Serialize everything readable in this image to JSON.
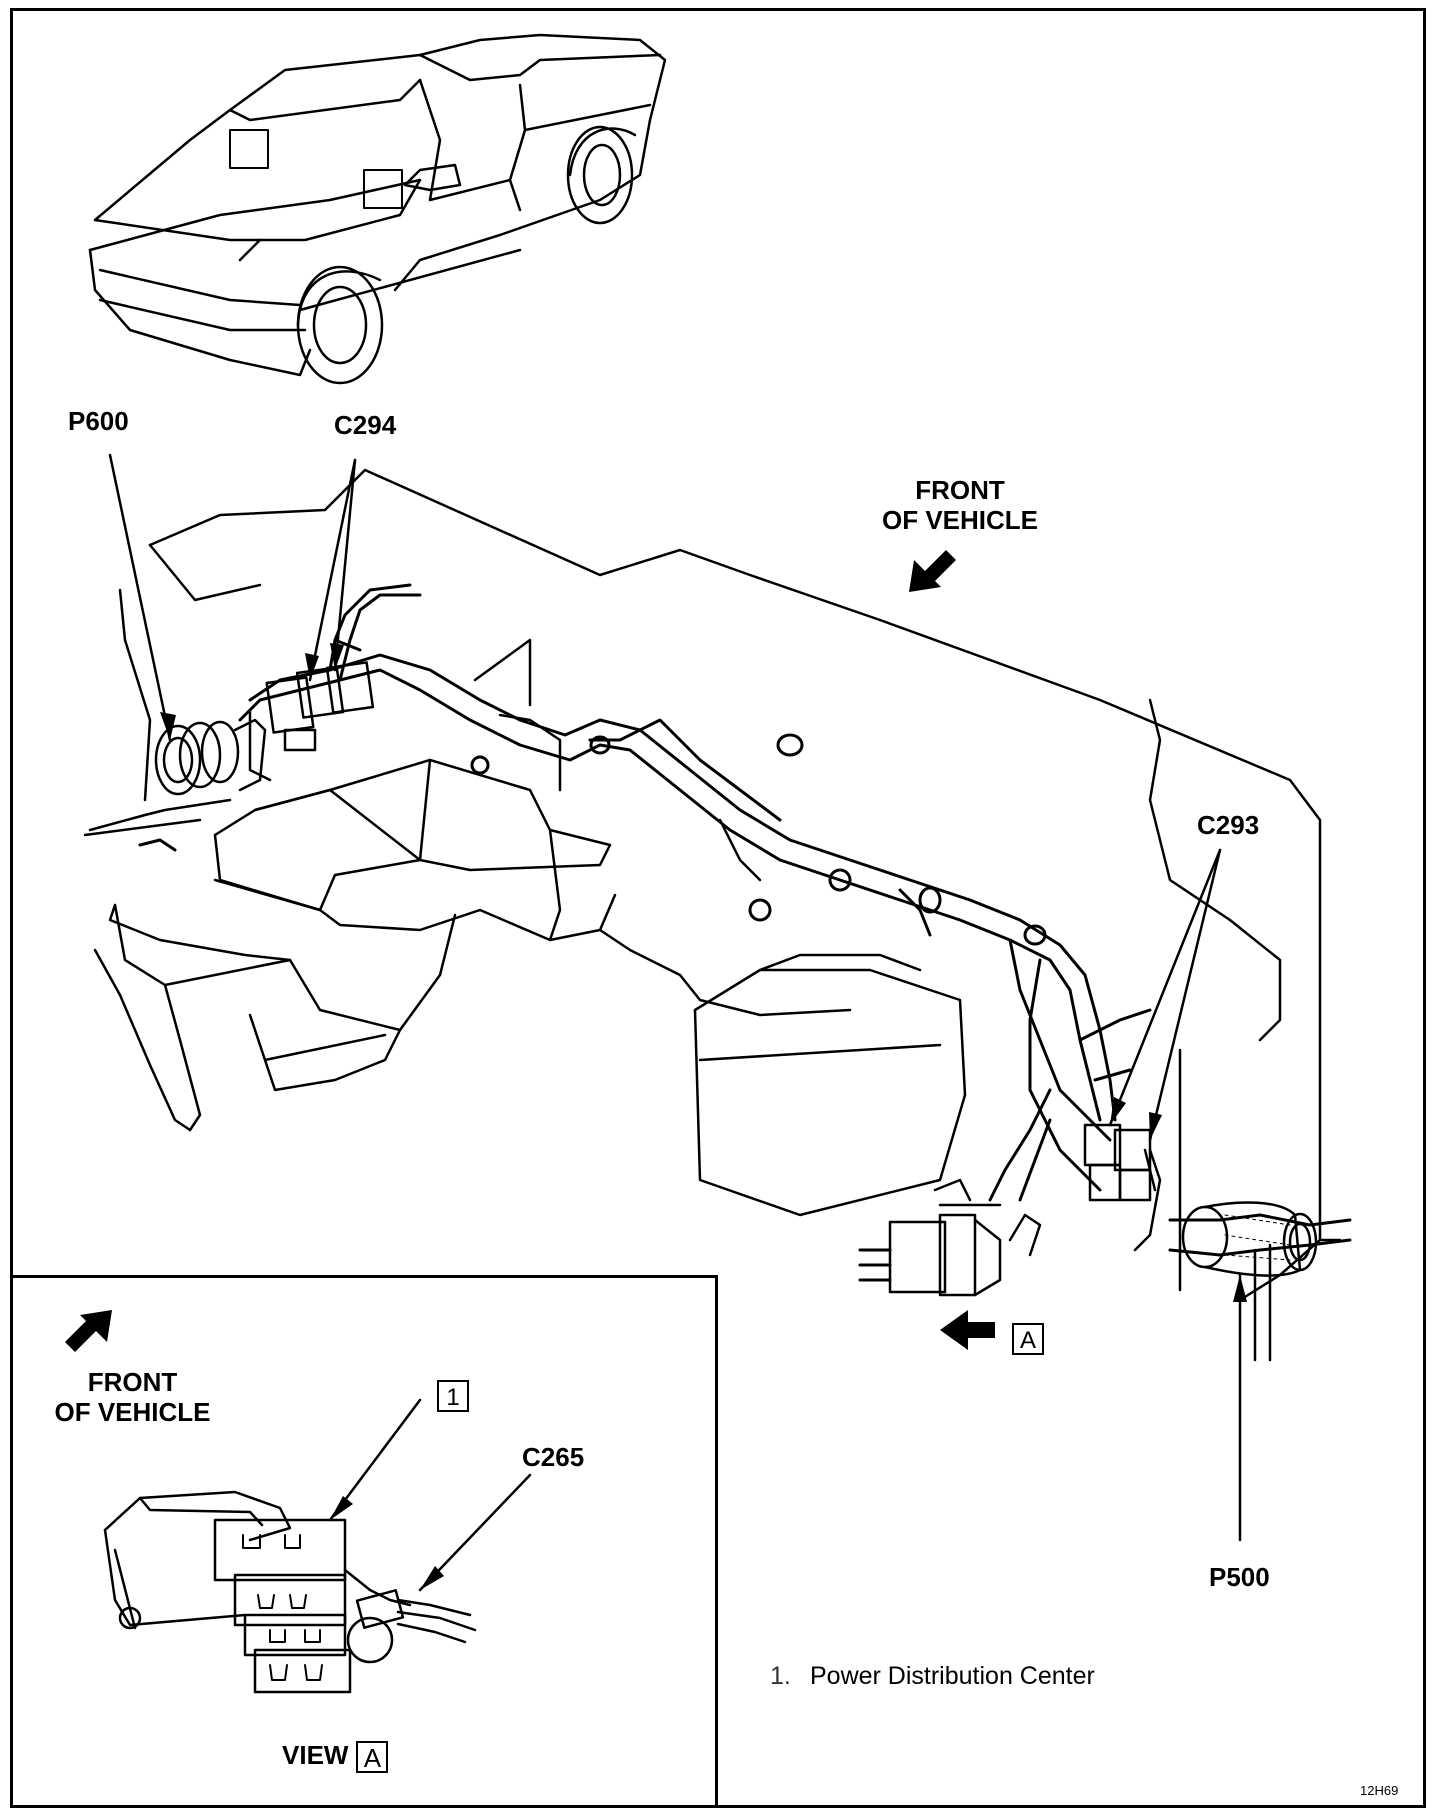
{
  "labels": {
    "p600": "P600",
    "c294": "C294",
    "front_top_line1": "FRONT",
    "front_top_line2": "OF VEHICLE",
    "c293": "C293",
    "p500": "P500",
    "view_ref_box": "A",
    "inset_front_line1": "FRONT",
    "inset_front_line2": "OF VEHICLE",
    "item_box": "1",
    "c265": "C265",
    "view_text": "VIEW",
    "view_box": "A"
  },
  "legend": {
    "number": "1.",
    "text": "Power Distribution Center"
  },
  "figure_code": "12H69"
}
